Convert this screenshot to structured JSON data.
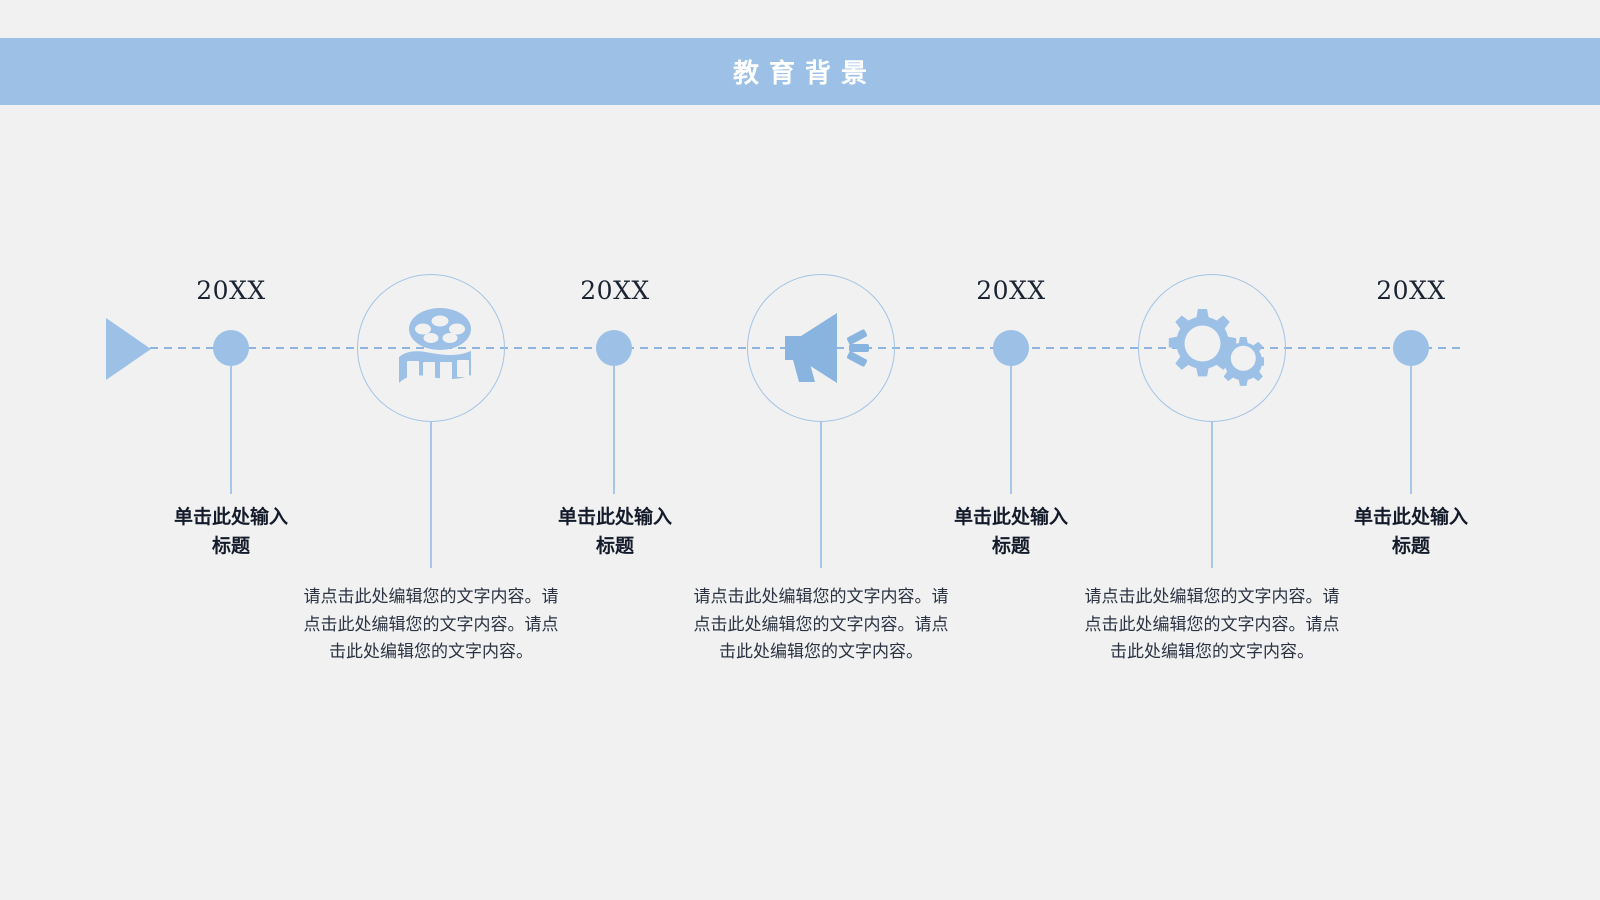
{
  "header": {
    "title": "教育背景",
    "bg_color": "#9cc0e6",
    "text_color": "#ffffff"
  },
  "theme": {
    "background": "#f1f1f1",
    "accent": "#9cc0e6",
    "line": "#8fb4dd",
    "outline": "#a3c4e6",
    "text_dark": "#141c2b"
  },
  "timeline": {
    "arrow_icon": "triangle-right-icon",
    "axis_style": "dashed",
    "nodes": [
      {
        "year": "20XX",
        "title": "单击此处输入\n标题",
        "title_line1": "单击此处输入",
        "title_line2": "标题"
      },
      {
        "year": "20XX",
        "title_line1": "单击此处输入",
        "title_line2": "标题"
      },
      {
        "year": "20XX",
        "title_line1": "单击此处输入",
        "title_line2": "标题"
      },
      {
        "year": "20XX",
        "title_line1": "单击此处输入",
        "title_line2": "标题"
      }
    ],
    "icons": [
      {
        "name": "film-reel-icon",
        "label": "film-reel"
      },
      {
        "name": "megaphone-icon",
        "label": "megaphone"
      },
      {
        "name": "gears-icon",
        "label": "gears"
      }
    ],
    "paragraphs": [
      {
        "text": "请点击此处编辑您的文字内容。请点击此处编辑您的文字内容。请点击此处编辑您的文字内容。"
      },
      {
        "text": "请点击此处编辑您的文字内容。请点击此处编辑您的文字内容。请点击此处编辑您的文字内容。"
      },
      {
        "text": "请点击此处编辑您的文字内容。请点击此处编辑您的文字内容。请点击此处编辑您的文字内容。"
      }
    ]
  }
}
